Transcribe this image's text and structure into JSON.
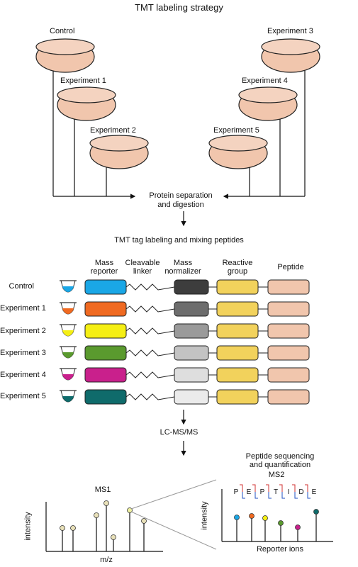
{
  "title": "TMT labeling strategy",
  "samples": {
    "control": "Control",
    "exp1": "Experiment 1",
    "exp2": "Experiment 2",
    "exp3": "Experiment 3",
    "exp4": "Experiment 4",
    "exp5": "Experiment 5"
  },
  "protein_sep_line1": "Protein separation",
  "protein_sep_line2": "and digestion",
  "tmt_step": "TMT tag labeling and mixing peptides",
  "headers": {
    "mass_reporter": [
      "Mass",
      "reporter"
    ],
    "cleavable_linker": [
      "Cleavable",
      "linker"
    ],
    "mass_normalizer": [
      "Mass",
      "normalizer"
    ],
    "reactive_group": [
      "Reactive",
      "group"
    ],
    "peptide": "Peptide"
  },
  "rows": [
    {
      "label": "Control",
      "reporter": "#1aa7e6",
      "normalizer": "#3d3d3d",
      "tube": "#1aa7e6"
    },
    {
      "label": "Experiment 1",
      "reporter": "#f06a21",
      "normalizer": "#6d6d6d",
      "tube": "#f06a21"
    },
    {
      "label": "Experiment 2",
      "reporter": "#f5ef14",
      "normalizer": "#9a9a9a",
      "tube": "#f5ef14"
    },
    {
      "label": "Experiment 3",
      "reporter": "#5a9a2e",
      "normalizer": "#c3c3c3",
      "tube": "#5a9a2e"
    },
    {
      "label": "Experiment 4",
      "reporter": "#c9208c",
      "normalizer": "#dedede",
      "tube": "#c9208c"
    },
    {
      "label": "Experiment 5",
      "reporter": "#0f6b6b",
      "normalizer": "#ebebeb",
      "tube": "#0f6b6b"
    }
  ],
  "colors": {
    "dish": "#f1c6ad",
    "reactive": "#f2d25c",
    "peptide": "#f1c6ad"
  },
  "lcms": "LC-MS/MS",
  "peptide_seq_line1": "Peptide sequencing",
  "peptide_seq_line2": "and quantification",
  "ms1": "MS1",
  "ms2": "MS2",
  "intensity": "intensity",
  "mz": "m/z",
  "reporter_ions": "Reporter ions",
  "peptide_letters": [
    "P",
    "E",
    "P",
    "T",
    "I",
    "D",
    "E"
  ]
}
